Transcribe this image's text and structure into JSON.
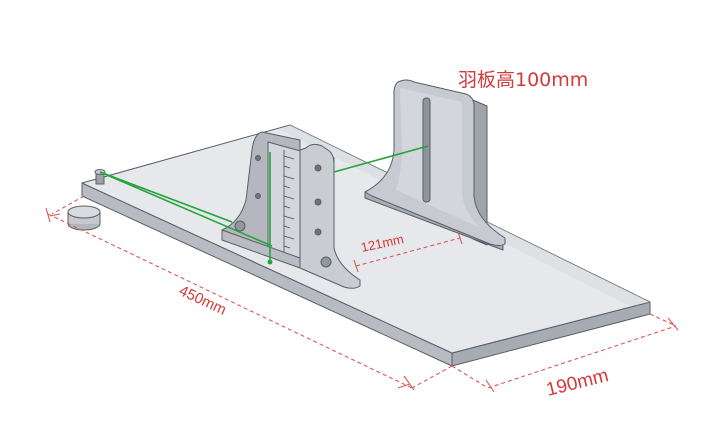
{
  "diagram": {
    "callout_title": "羽板高100mm",
    "dimensions": {
      "length": "450mm",
      "width": "190mm",
      "distance": "121mm"
    },
    "colors": {
      "annotation": "#d33a3a",
      "laser_line": "#22a53a",
      "part_fill": "#c9ccd1"
    }
  }
}
